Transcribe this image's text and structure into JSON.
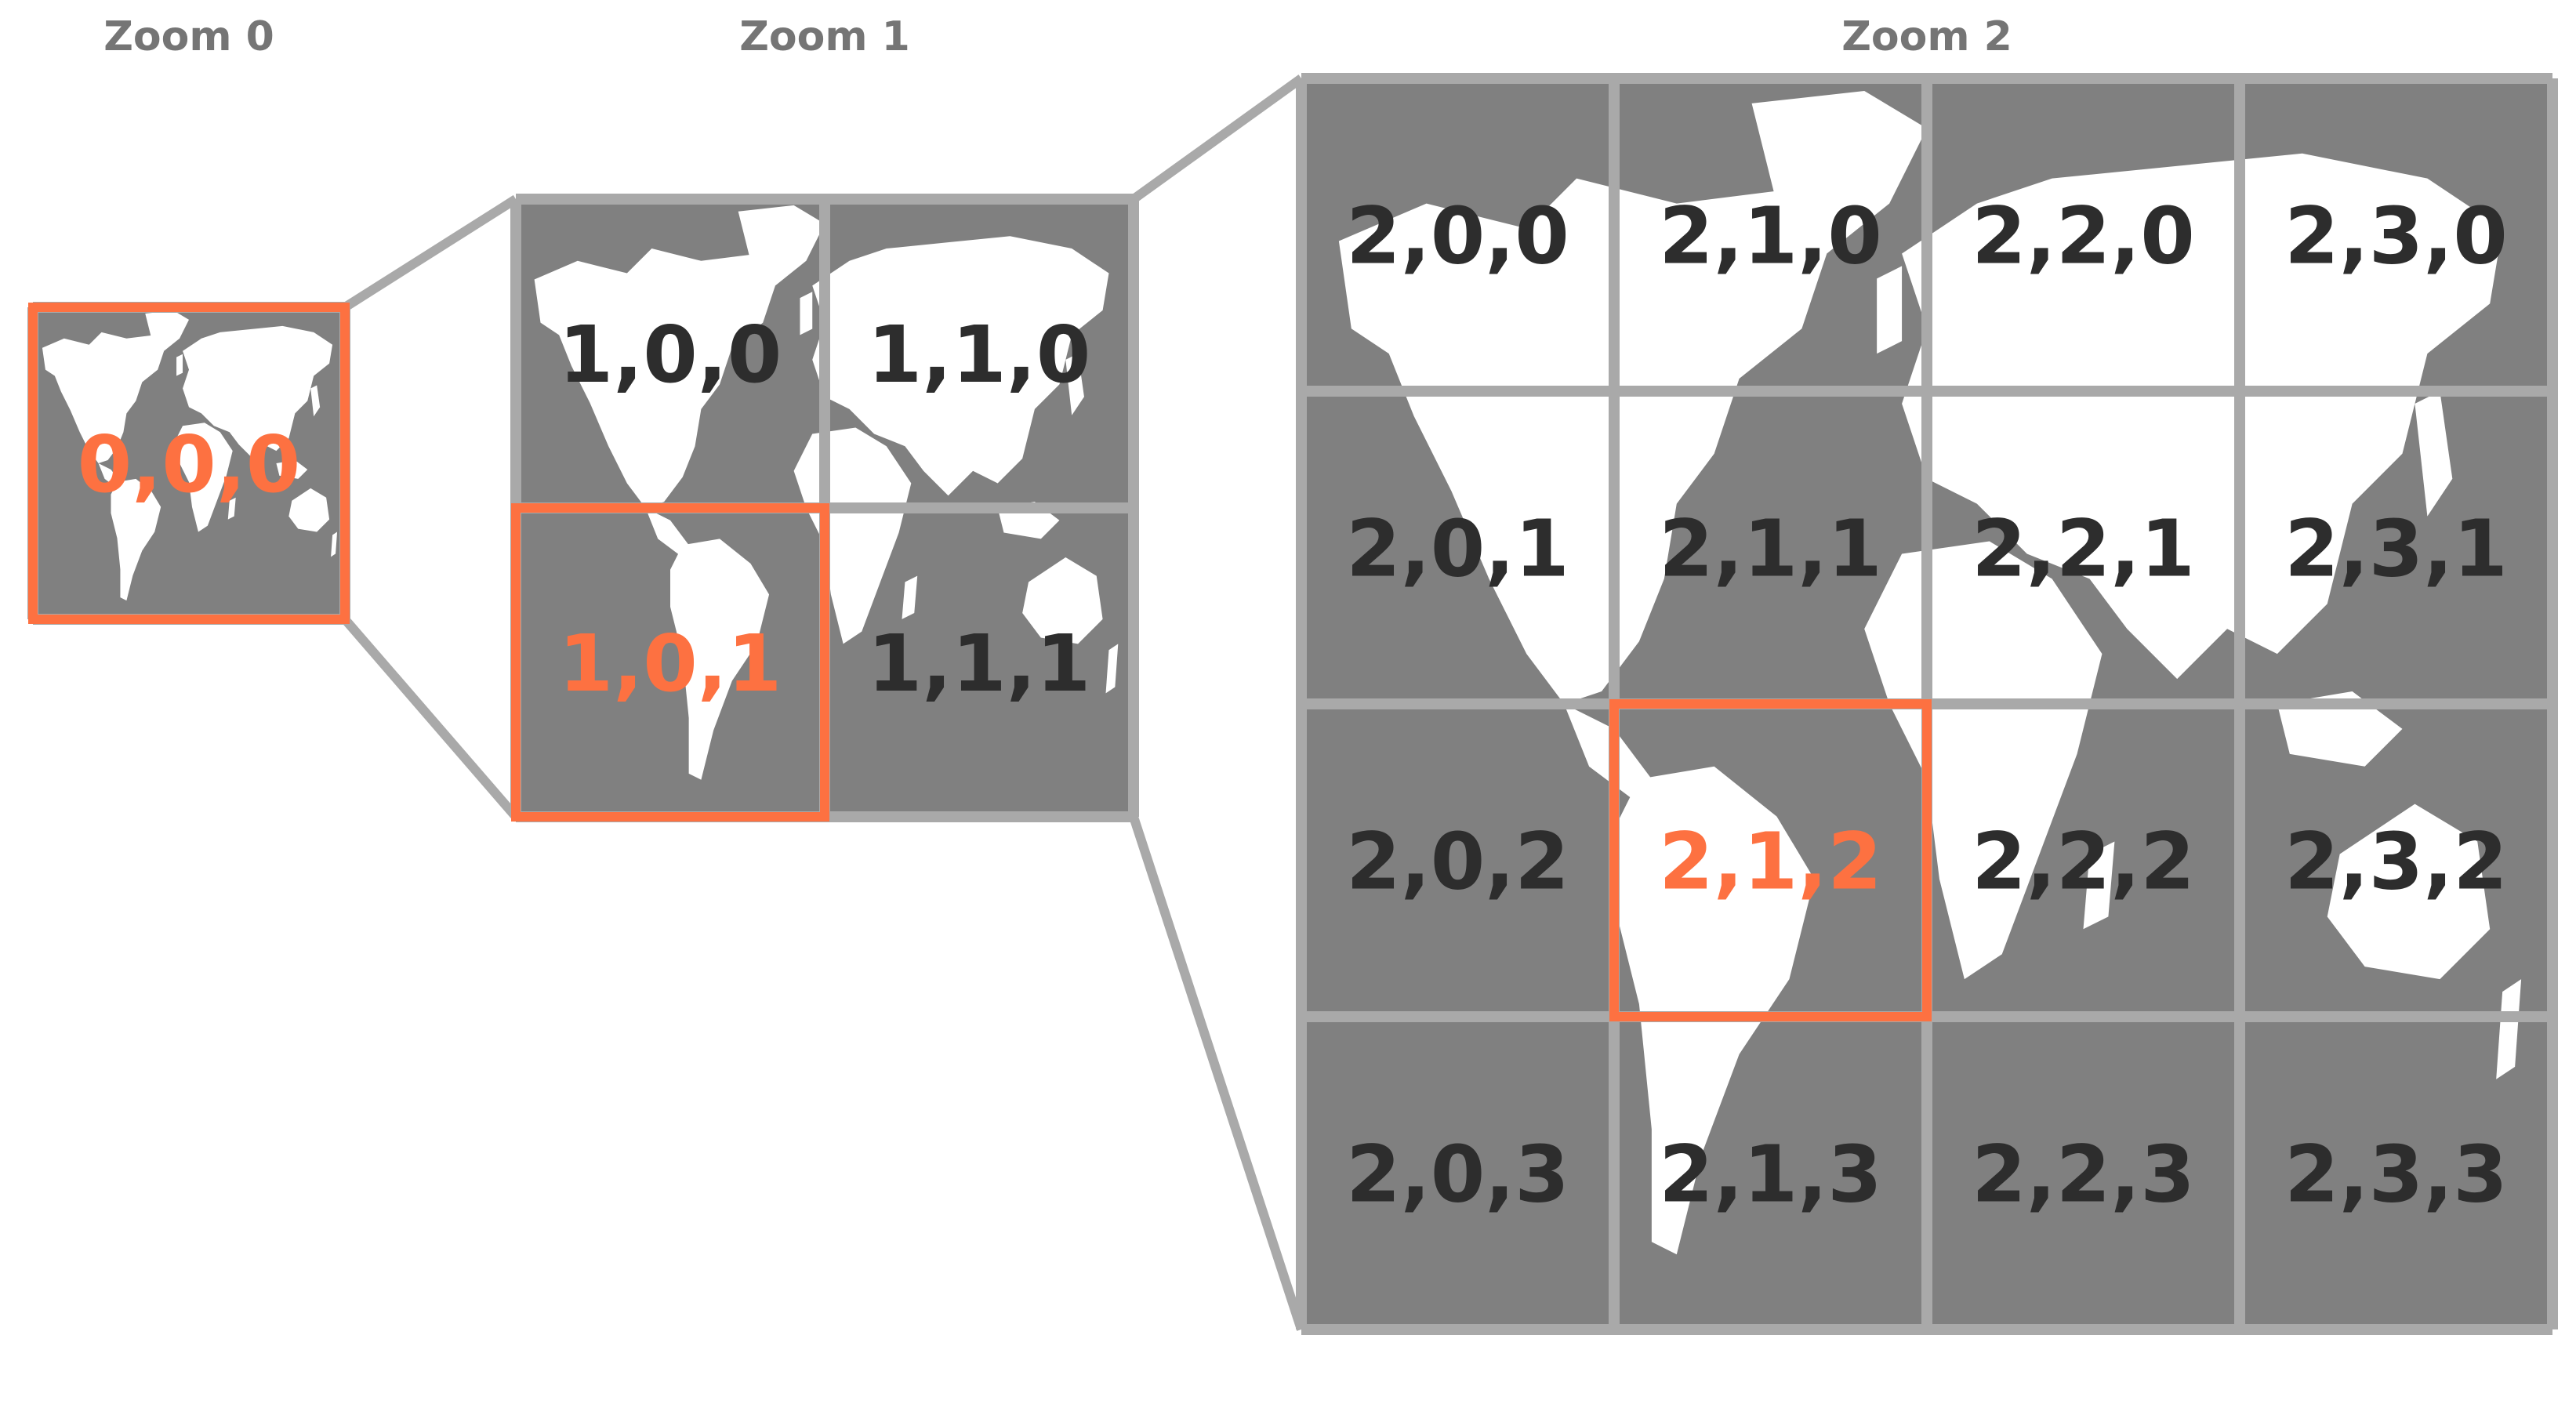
{
  "titles": {
    "zoom0": "Zoom 0",
    "zoom1": "Zoom 1",
    "zoom2": "Zoom 2"
  },
  "tiles": {
    "z0": [
      "0,0,0"
    ],
    "z1": [
      "1,0,0",
      "1,1,0",
      "1,0,1",
      "1,1,1"
    ],
    "z2": [
      "2,0,0",
      "2,1,0",
      "2,2,0",
      "2,3,0",
      "2,0,1",
      "2,1,1",
      "2,2,1",
      "2,3,1",
      "2,0,2",
      "2,1,2",
      "2,2,2",
      "2,3,2",
      "2,0,3",
      "2,1,3",
      "2,2,3",
      "2,3,3"
    ]
  },
  "highlighted": [
    "0,0,0",
    "1,0,1",
    "2,1,2"
  ],
  "colors": {
    "tile_background": "#808080",
    "grid_border": "#a9a9a9",
    "land": "#ffffff",
    "highlight": "#fd7141",
    "label": "#2d2d2d",
    "title": "#757575"
  }
}
